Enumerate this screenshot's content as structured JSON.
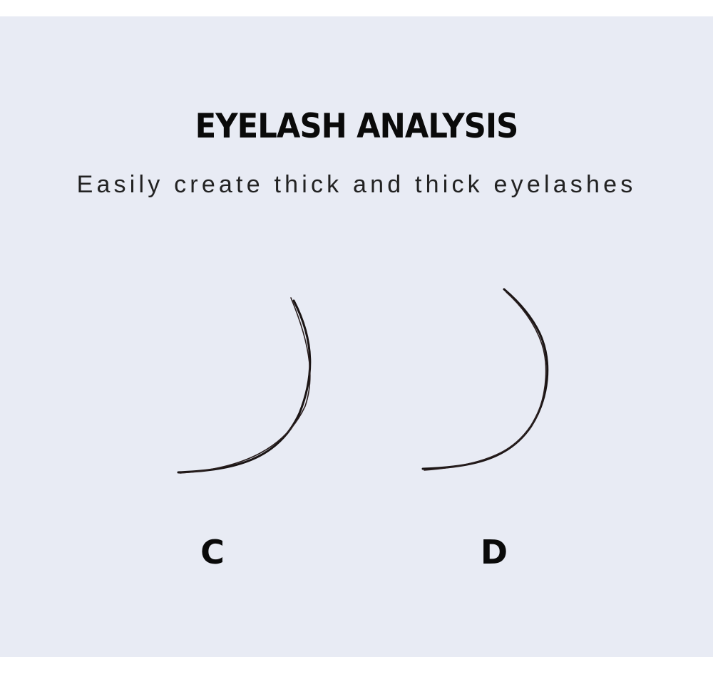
{
  "header": {
    "title": "EYELASH ANALYSIS",
    "subtitle": "Easily create thick and thick eyelashes"
  },
  "curls": [
    {
      "label": "C",
      "lash_icon": "c-curl-lash-icon"
    },
    {
      "label": "D",
      "lash_icon": "d-curl-lash-icon"
    }
  ],
  "colors": {
    "background": "#e8ebf4",
    "text": "#0a0a0a",
    "lash": "#1a1414"
  }
}
